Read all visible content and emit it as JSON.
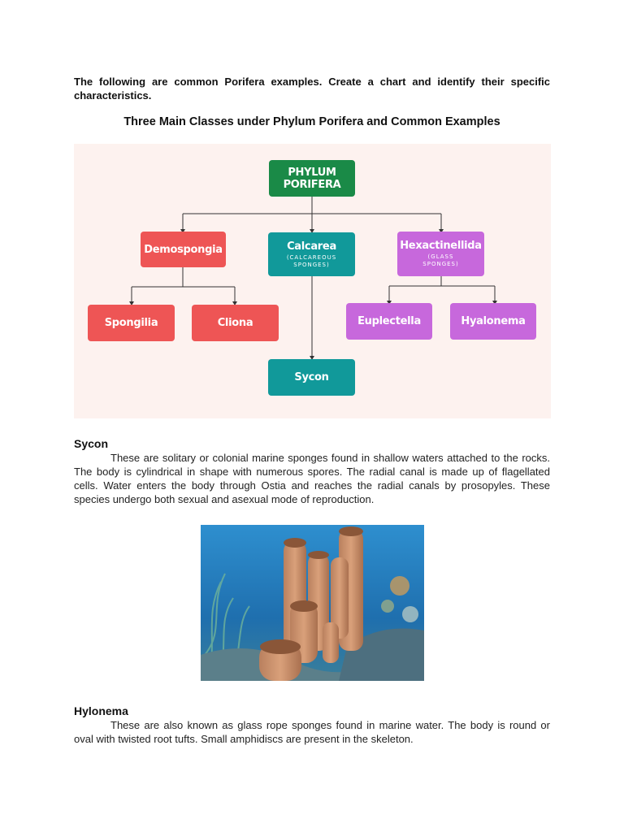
{
  "instructions": "The following are common Porifera examples. Create a chart and identify their specific characteristics.",
  "chart": {
    "title": "Three Main Classes under Phylum Porifera and Common Examples",
    "root": "PHYLUM PORIFERA",
    "classes": [
      {
        "label": "Demospongia",
        "sub": "",
        "color": "#ee5555",
        "examples": [
          "Spongilia",
          "Cliona"
        ]
      },
      {
        "label": "Calcarea",
        "sub": "(CALCAREOUS SPONGES)",
        "color": "#11999a",
        "examples": [
          "Sycon"
        ]
      },
      {
        "label": "Hexactinellida",
        "sub": "(GLASS SPONGES)",
        "color": "#c768dc",
        "examples": [
          "Euplectella",
          "Hyalonema"
        ]
      }
    ],
    "root_color": "#1a8a47"
  },
  "sections": [
    {
      "heading": "Sycon",
      "text": "These are solitary or colonial marine sponges found in shallow waters attached to the rocks. The body is cylindrical in shape with numerous spores. The radial canal is made up of flagellated cells. Water enters the body through Ostia and reaches the radial canals by prosopyles. These species undergo both sexual and asexual mode of reproduction."
    },
    {
      "heading": "Hylonema",
      "text": "These are also known as glass rope sponges found in marine water. The body is round or oval with twisted root tufts. Small amphidiscs are present in the skeleton."
    }
  ]
}
